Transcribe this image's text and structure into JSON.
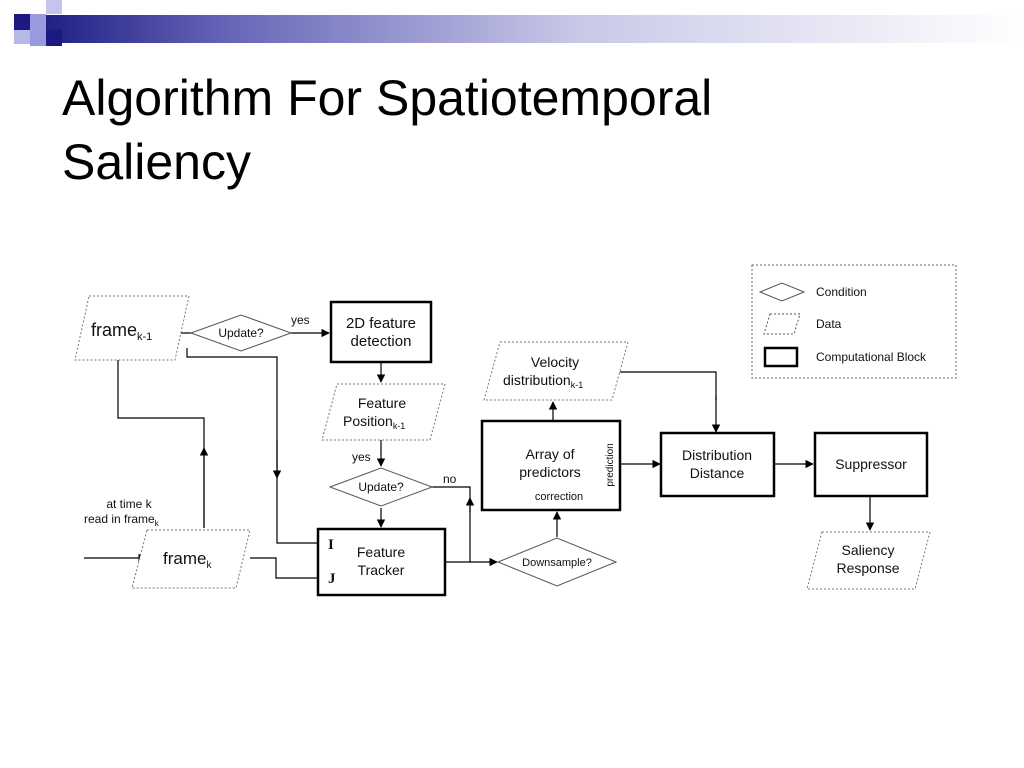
{
  "slide": {
    "title_line1": "Algorithm For Spatiotemporal",
    "title_line2": "Saliency"
  },
  "legend": {
    "condition": "Condition",
    "data": "Data",
    "computational_block": "Computational Block"
  },
  "nodes": {
    "frame_prev": "frame",
    "frame_prev_sub": "k-1",
    "update1": "Update?",
    "feature_detection_line1": "2D feature",
    "feature_detection_line2": "detection",
    "feature_position_line1": "Feature",
    "feature_position_line2": "Position",
    "feature_position_sub": "k-1",
    "update2": "Update?",
    "velocity_line1": "Velocity",
    "velocity_line2": "distribution",
    "velocity_sub": "k-1",
    "predictors_line1": "Array of",
    "predictors_line2": "predictors",
    "prediction": "prediction",
    "correction": "correction",
    "distribution_line1": "Distribution",
    "distribution_line2": "Distance",
    "suppressor": "Suppressor",
    "saliency_line1": "Saliency",
    "saliency_line2": "Response",
    "time_line1": "at time k",
    "time_line2": "read in frame",
    "time_sub": "k",
    "frame_cur": "frame",
    "frame_cur_sub": "k",
    "tracker_line1": "Feature",
    "tracker_line2": "Tracker",
    "input_i": "I",
    "input_j": "J",
    "downsample": "Downsample?"
  },
  "edges": {
    "yes_top": "yes",
    "yes_mid": "yes",
    "no": "no"
  },
  "colors": {
    "title_bar_gradient_start": "#1a1a80",
    "title_bar_gradient_end": "#ffffff",
    "logo_navy": "#1a1a80",
    "logo_periwinkle": "#9999dd"
  }
}
